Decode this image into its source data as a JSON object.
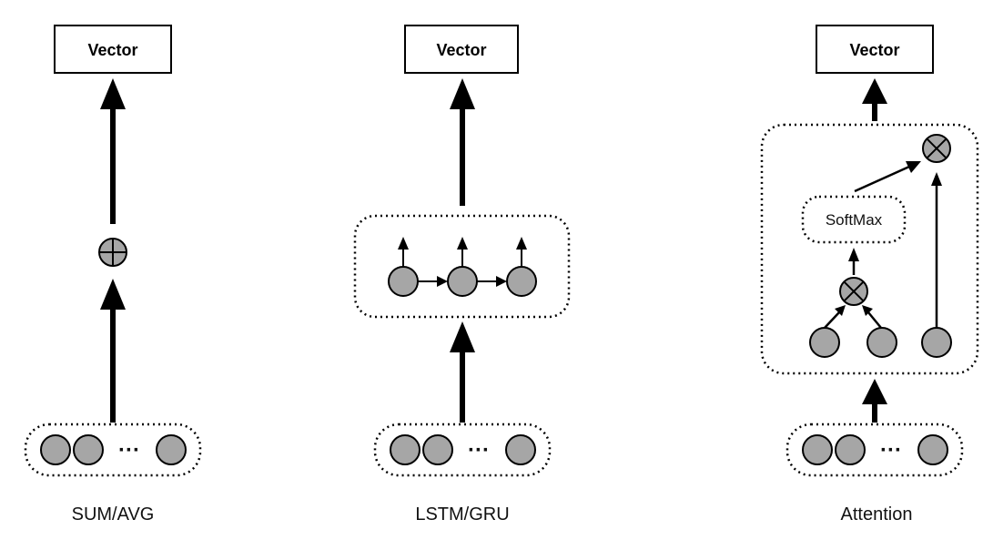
{
  "panels": [
    {
      "output_label": "Vector",
      "input_ellipsis": "···",
      "caption": "SUM/AVG"
    },
    {
      "output_label": "Vector",
      "input_ellipsis": "···",
      "caption": "LSTM/GRU"
    },
    {
      "output_label": "Vector",
      "input_ellipsis": "···",
      "softmax_label": "SoftMax",
      "caption": "Attention"
    }
  ],
  "colors": {
    "node_fill": "#a6a6a6",
    "stroke": "#000000",
    "background": "#ffffff"
  },
  "icons": [
    "circle-plus-icon",
    "circle-times-icon",
    "arrow-up-icon"
  ]
}
